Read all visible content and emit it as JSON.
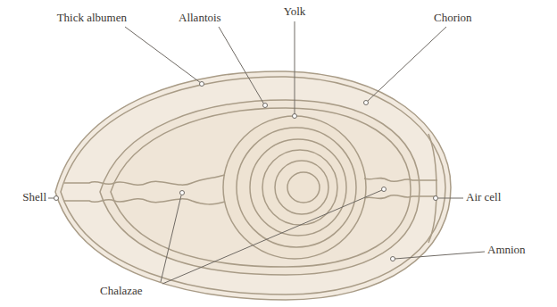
{
  "diagram": {
    "labels": [
      "Thick albumen",
      "Allantois",
      "Yolk",
      "Chorion",
      "Shell",
      "Air cell",
      "Amnion",
      "Chalazae"
    ]
  }
}
